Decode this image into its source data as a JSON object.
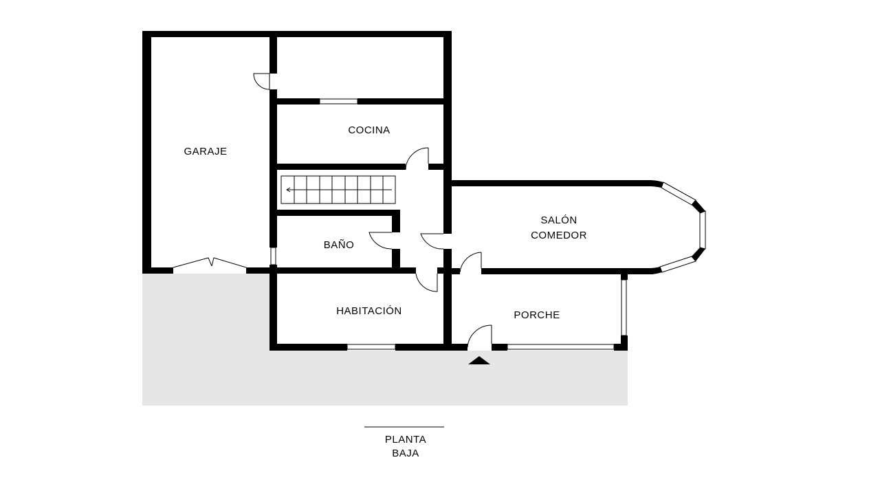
{
  "plan": {
    "title_line1": "PLANTA",
    "title_line2": "BAJA",
    "rooms": {
      "garage": "GARAJE",
      "kitchen": "COCINA",
      "living_line1": "SALÓN",
      "living_line2": "COMEDOR",
      "bathroom": "BAÑO",
      "bedroom": "HABITACIÓN",
      "porch": "PORCHE"
    },
    "colors": {
      "wall": "#000000",
      "exterior": "#e6e6e6",
      "background": "#ffffff"
    }
  }
}
